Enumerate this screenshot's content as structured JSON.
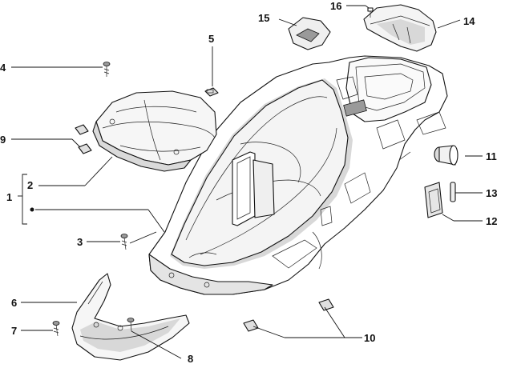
{
  "callouts": {
    "c1": "1",
    "c2": "2",
    "c3": "3",
    "c4": "4",
    "c5": "5",
    "c6": "6",
    "c7": "7",
    "c8": "8",
    "c9": "9",
    "c10": "10",
    "c11": "11",
    "c12": "12",
    "c13": "13",
    "c14": "14",
    "c15": "15",
    "c16": "16"
  },
  "colors": {
    "line": "#111111",
    "shade": "#d8d8d8",
    "background": "#ffffff"
  }
}
